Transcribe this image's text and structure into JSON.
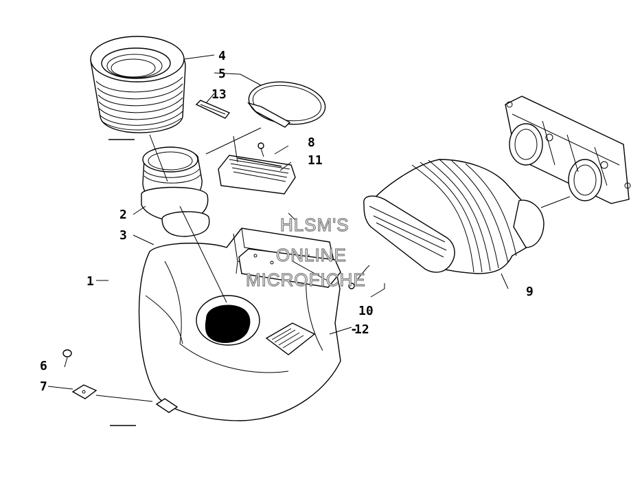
{
  "diagram": {
    "callouts": [
      {
        "id": "1",
        "label": "1"
      },
      {
        "id": "2",
        "label": "2"
      },
      {
        "id": "3",
        "label": "3"
      },
      {
        "id": "4",
        "label": "4"
      },
      {
        "id": "5",
        "label": "5"
      },
      {
        "id": "6",
        "label": "6"
      },
      {
        "id": "7",
        "label": "7"
      },
      {
        "id": "8",
        "label": "8"
      },
      {
        "id": "9",
        "label": "9"
      },
      {
        "id": "10",
        "label": "10"
      },
      {
        "id": "11",
        "label": "11"
      },
      {
        "id": "12",
        "label": "12"
      },
      {
        "id": "13",
        "label": "13"
      }
    ]
  },
  "watermark": {
    "line1": "HLSM'S",
    "line2": "ONLINE",
    "line3": "MICROFICHE"
  }
}
